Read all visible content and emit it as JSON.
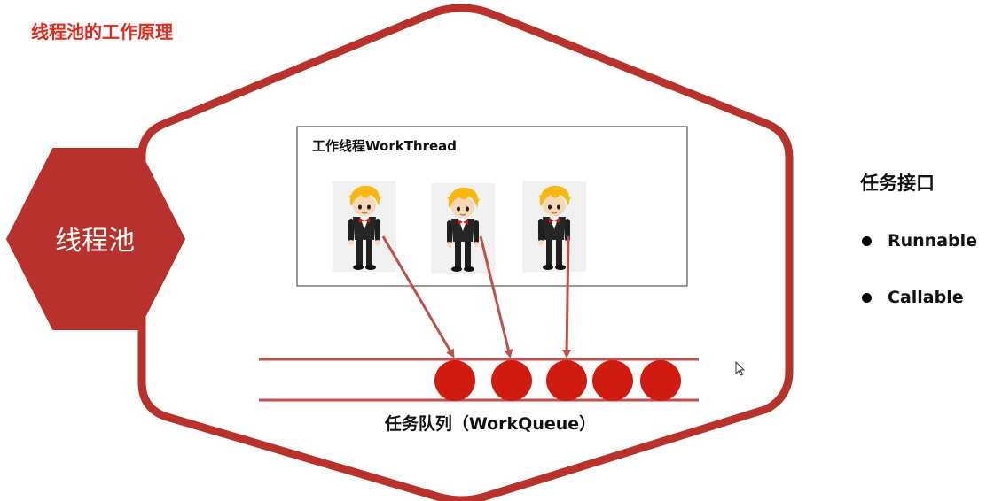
{
  "slide": {
    "title": "线程池的工作原理"
  },
  "pool": {
    "label": "线程池"
  },
  "threads": {
    "label": "工作线程WorkThread",
    "workers": [
      {
        "id": "worker-1"
      },
      {
        "id": "worker-2"
      },
      {
        "id": "worker-3"
      }
    ]
  },
  "queue": {
    "label": "任务队列（WorkQueue）",
    "tasks": [
      {
        "id": "task-1"
      },
      {
        "id": "task-2"
      },
      {
        "id": "task-3"
      },
      {
        "id": "task-4"
      },
      {
        "id": "task-5"
      }
    ]
  },
  "task_interface": {
    "title": "任务接口",
    "items": [
      "Runnable",
      "Callable"
    ]
  },
  "colors": {
    "accent_red": "#b8312a",
    "task_red": "#d11a10",
    "arrow_red": "#c0504d",
    "title_red": "#e02a1d"
  },
  "icons": {
    "worker": "cartoon-worker-icon",
    "cursor": "mouse-cursor-icon"
  }
}
